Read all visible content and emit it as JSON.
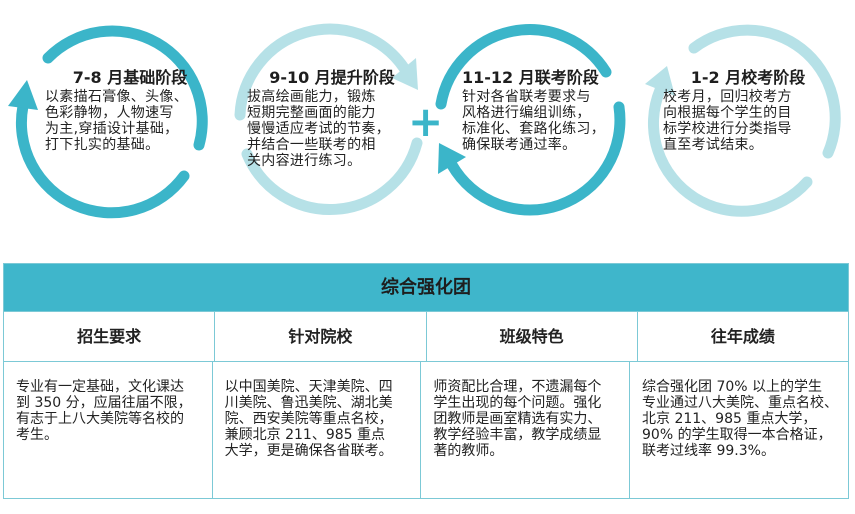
{
  "colors": {
    "accent": "#3fb6cb",
    "ring_dark": "#3bb5c9",
    "ring_light": "#b6e1e7"
  },
  "stages": [
    {
      "title": "7-8 月基础阶段",
      "lines": [
        "以素描石膏像、头像、",
        "色彩静物，人物速写",
        "为主,穿插设计基础，",
        "打下扎实的基础。"
      ]
    },
    {
      "title": "9-10 月提升阶段",
      "lines": [
        "拔高绘画能力，锻炼",
        "短期完整画面的能力",
        "慢慢适应考试的节奏，",
        "并结合一些联考的相",
        "关内容进行练习。"
      ]
    },
    {
      "title": "11-12 月联考阶段",
      "lines": [
        "针对各省联考要求与",
        "风格进行编组训练，",
        "标准化、套路化练习，",
        "确保联考通过率。"
      ]
    },
    {
      "title": "1-2 月校考阶段",
      "lines": [
        "校考月，回归校考方",
        "向根据每个学生的目",
        "标学校进行分类指导",
        "直至考试结束。"
      ]
    }
  ],
  "plus_symbol": "+",
  "table": {
    "title": "综合强化团",
    "headers": [
      "招生要求",
      "针对院校",
      "班级特色",
      "往年成绩"
    ],
    "cells": [
      [
        "专业有一定基础，文化课达",
        "到 350 分，应届往届不限，",
        "有志于上八大美院等名校的",
        "考生。"
      ],
      [
        "以中国美院、天津美院、四",
        "川美院、鲁迅美院、湖北美",
        "院、西安美院等重点名校，",
        "兼顾北京 211、985 重点",
        "大学，更是确保各省联考。"
      ],
      [
        "师资配比合理，不遗漏每个",
        "学生出现的每个问题。强化",
        "团教师是画室精选有实力、",
        "教学经验丰富，教学成绩显",
        "著的教师。"
      ],
      [
        "综合强化团 70% 以上的学生",
        "专业通过八大美院、重点名校、",
        "北京 211、985 重点大学，",
        "90% 的学生取得一本合格证，",
        "联考过线率 99.3%。"
      ]
    ]
  }
}
